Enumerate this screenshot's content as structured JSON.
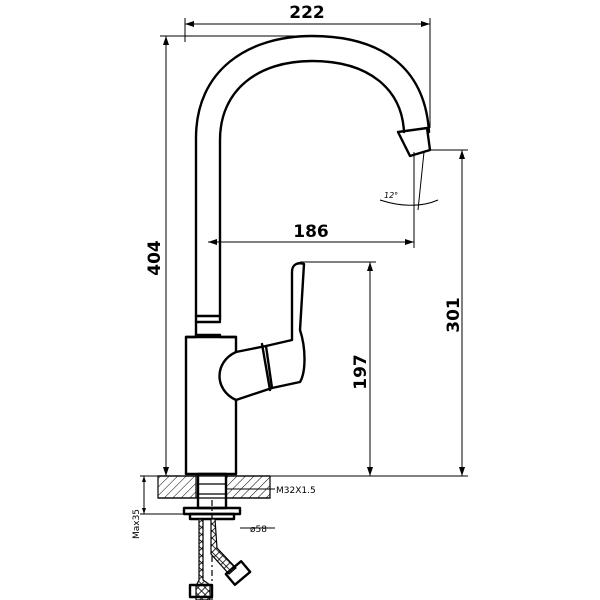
{
  "dimensions": {
    "overall_width": "222",
    "overall_height": "404",
    "spout_reach": "186",
    "spout_outlet_height": "301",
    "lever_height": "197",
    "spout_angle": "12°",
    "thread": "M32X1.5",
    "base_diameter": "ø58",
    "max_counter_thickness": "Max35"
  }
}
